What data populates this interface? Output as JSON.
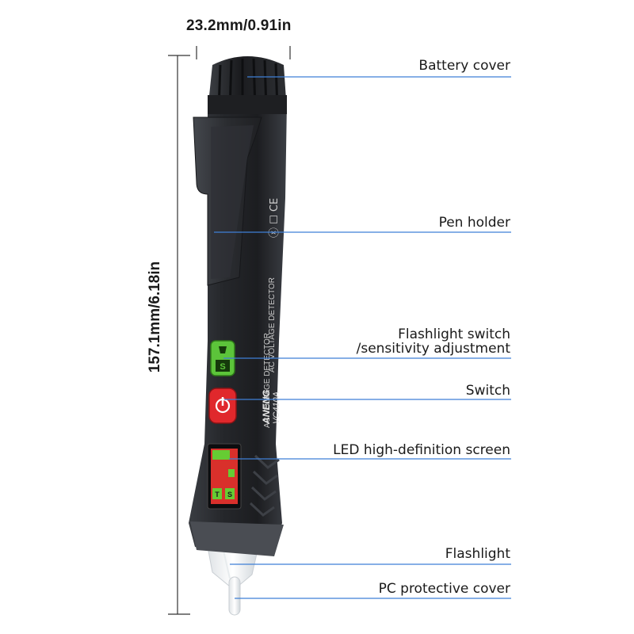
{
  "dimensions": {
    "width_label": "23.2mm/0.91in",
    "height_label": "157.1mm/6.18in"
  },
  "device": {
    "brand": "ANENG",
    "model": "VC410A",
    "product_text": "AC VOLTAGE DETECTOR",
    "cert_marks": "ⓧ ☐ CE",
    "button_labels": {
      "flashlight": "S",
      "screen_left": "T",
      "screen_right": "S"
    }
  },
  "callouts": [
    {
      "id": "battery-cover",
      "line1": "Battery cover",
      "line2": ""
    },
    {
      "id": "pen-holder",
      "line1": "Pen holder",
      "line2": ""
    },
    {
      "id": "flashlight-switch",
      "line1": "Flashlight switch",
      "line2": "/sensitivity adjustment"
    },
    {
      "id": "switch",
      "line1": "Switch",
      "line2": ""
    },
    {
      "id": "led-screen",
      "line1": "LED high-definition screen",
      "line2": ""
    },
    {
      "id": "flashlight",
      "line1": "Flashlight",
      "line2": ""
    },
    {
      "id": "pc-cover",
      "line1": "PC protective cover",
      "line2": ""
    }
  ],
  "colors": {
    "leader_line": "#3f7fd6",
    "body": "#2a2c30",
    "green_button": "#5cc43a",
    "red_button": "#e0282c",
    "screen_red": "#d9302b",
    "screen_green": "#66cc33"
  }
}
